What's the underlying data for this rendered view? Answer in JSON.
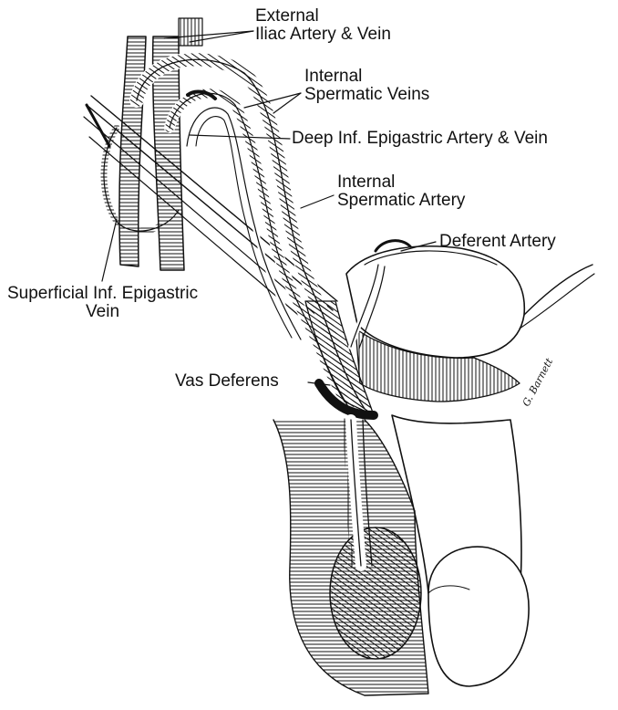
{
  "labels": {
    "external_iliac": [
      "External",
      "Iliac Artery & Vein"
    ],
    "internal_spermatic_veins": [
      "Internal",
      "Spermatic Veins"
    ],
    "deep_epigastric": "Deep Inf. Epigastric Artery & Vein",
    "internal_spermatic_artery": [
      "Internal",
      "Spermatic Artery"
    ],
    "deferent_artery": "Deferent Artery",
    "superficial_epigastric": [
      "Superficial Inf. Epigastric",
      "Vein"
    ],
    "vas_deferens": "Vas Deferens"
  },
  "signature": "G. Barnett",
  "colors": {
    "ink": "#111111",
    "paper": "#ffffff"
  }
}
